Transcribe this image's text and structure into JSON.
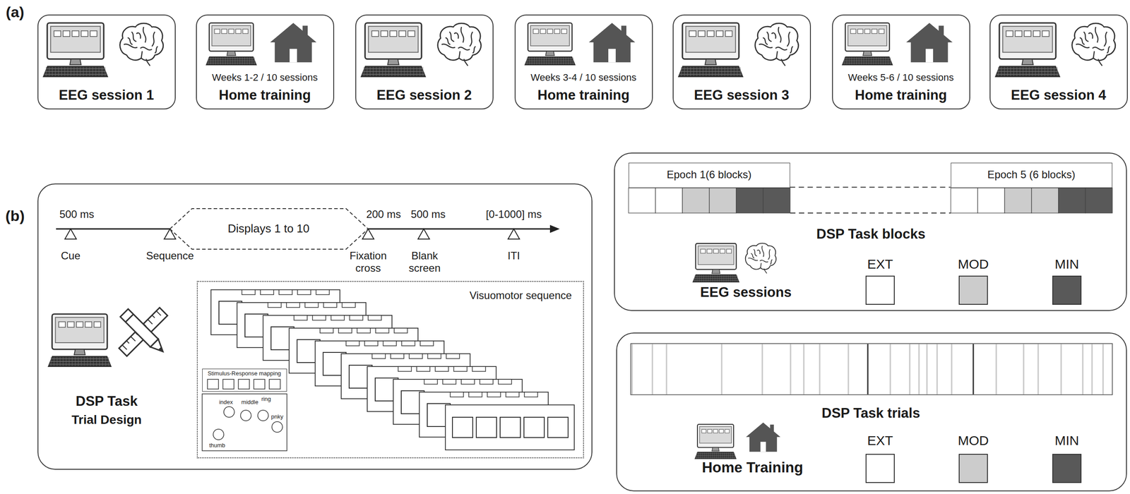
{
  "diagram": {
    "nodes": [
      {
        "text": [
          "EEG session 1"
        ]
      },
      {
        "text": [
          "Weeks 1-2 / 10 sessions",
          "Home training"
        ]
      },
      {
        "text": [
          "EEG session 2"
        ]
      },
      {
        "text": [
          "Weeks 3-4 / 10 sessions",
          "Home training"
        ]
      },
      {
        "text": [
          "EEG session 3"
        ]
      },
      {
        "text": [
          "Weeks 5-6 / 10 sessions",
          "Home training"
        ]
      },
      {
        "text": [
          "EEG session 4"
        ]
      },
      {
        "text": [
          "DSP Task",
          "Trial Design"
        ]
      },
      {
        "text": [
          "Displays 1 to 10"
        ],
        "in": 7
      },
      {
        "text": [
          "Visuomotor sequence"
        ],
        "in": 7
      },
      {
        "text": [
          "Stimulus-Response mapping"
        ],
        "in": 9
      },
      {
        "text": [
          "DSP Task blocks",
          "EEG sessions"
        ]
      },
      {
        "text": [
          "Epoch 1(6 blocks)"
        ],
        "in": 11
      },
      {
        "text": [
          "Epoch 5 (6 blocks)"
        ],
        "in": 11
      },
      {
        "text": [
          "DSP Task trials",
          "Home Training"
        ]
      }
    ],
    "edges": [
      {
        "from": 12,
        "to": 13,
        "arrow": "none"
      }
    ],
    "labels": [
      "(a)",
      "(b)",
      "500 ms",
      "200 ms",
      "500 ms",
      "[0-1000] ms",
      "Cue",
      "Sequence",
      "Fixation cross",
      "Blank screen",
      "ITI",
      "index",
      "middle",
      "ring",
      "pnky",
      "thumb"
    ],
    "legend": [
      {
        "text": "EXT",
        "color": "#ffffff"
      },
      {
        "text": "MOD",
        "color": "#cccccc"
      },
      {
        "text": "MIN",
        "color": "#595959"
      },
      {
        "text": "EXT",
        "color": "#ffffff"
      },
      {
        "text": "MOD",
        "color": "#cccccc"
      },
      {
        "text": "MIN",
        "color": "#595959"
      }
    ]
  }
}
